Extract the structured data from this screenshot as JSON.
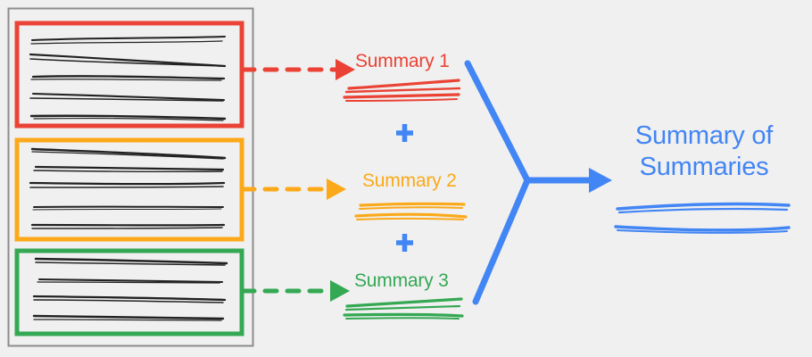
{
  "diagram": {
    "title": "Summary of Summaries",
    "background_color": "#f0f0f0",
    "colors": {
      "red": "#EA4335",
      "orange": "#FBA919",
      "green": "#34A853",
      "blue": "#4285F4",
      "gray_border": "#8c8c8c",
      "document_ink": "#222222"
    }
  },
  "document_panel": {
    "name": "source-document",
    "border_color": "#8c8c8c",
    "chunks": [
      {
        "id": "chunk-1",
        "color": "#EA4335",
        "line_count": 5,
        "arrow": {
          "style": "dashed",
          "color": "#EA4335"
        }
      },
      {
        "id": "chunk-2",
        "color": "#FBA919",
        "line_count": 5,
        "arrow": {
          "style": "dashed",
          "color": "#FBA919"
        }
      },
      {
        "id": "chunk-3",
        "color": "#34A853",
        "line_count": 4,
        "arrow": {
          "style": "dashed",
          "color": "#34A853"
        }
      }
    ]
  },
  "summaries": [
    {
      "label": "Summary 1",
      "color": "#EA4335",
      "underline_strokes": 2
    },
    {
      "label": "Summary 2",
      "color": "#FBA919",
      "underline_strokes": 2
    },
    {
      "label": "Summary 3",
      "color": "#34A853",
      "underline_strokes": 2
    }
  ],
  "operators": [
    {
      "symbol": "+",
      "color": "#4285F4",
      "between": "Summary 1 and Summary 2"
    },
    {
      "symbol": "+",
      "color": "#4285F4",
      "between": "Summary 2 and Summary 3"
    }
  ],
  "merge": {
    "name": "merge-arrow",
    "color": "#4285F4",
    "shape": "y-junction"
  },
  "final_output": {
    "line1": "Summary of",
    "line2": "Summaries",
    "color": "#4285F4",
    "underline_strokes": 2
  }
}
